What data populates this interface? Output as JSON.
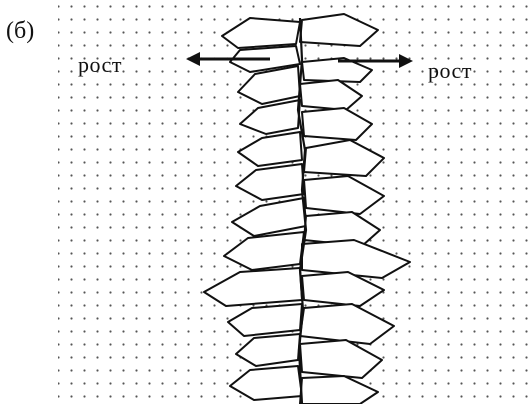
{
  "figure": {
    "panel_label": "(б)",
    "growth_left": "рост",
    "growth_right": "рост"
  },
  "colors": {
    "background": "#ffffff",
    "dots": "#555555",
    "outline": "#111111",
    "crystal_fill": "#ffffff"
  }
}
